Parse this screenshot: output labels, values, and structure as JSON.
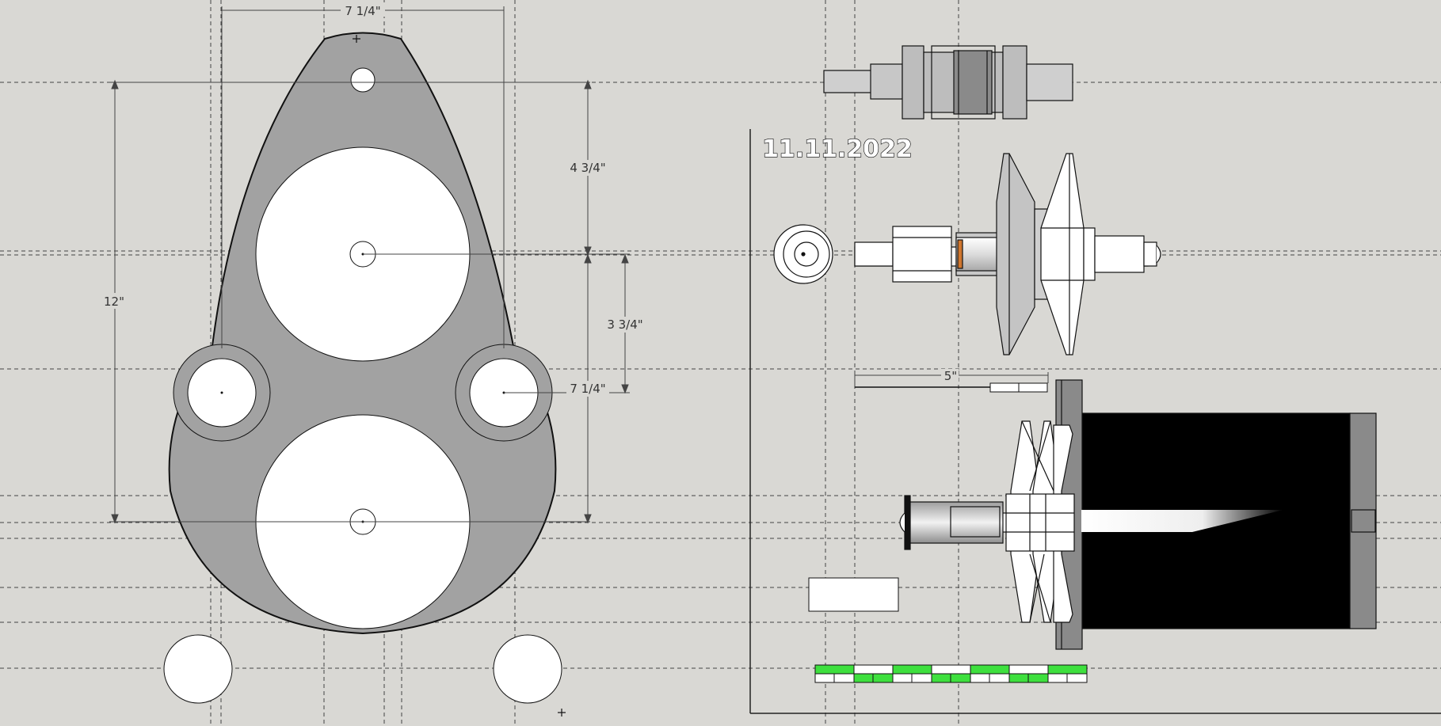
{
  "drawing": {
    "date": "11.11.2022",
    "dimensions": {
      "top_width": "7 1/4\"",
      "overall_height": "12\"",
      "upper_gap": "4 3/4\"",
      "side_offset": "3 3/4\"",
      "mount_spacing": "7 1/4\"",
      "shaft_length": "5\""
    },
    "colors": {
      "background": "#d9d8d4",
      "plate": "#a2a2a2",
      "motor": "#000000",
      "scale_green": "#3ee03e",
      "spacer_orange": "#d0762e"
    }
  }
}
